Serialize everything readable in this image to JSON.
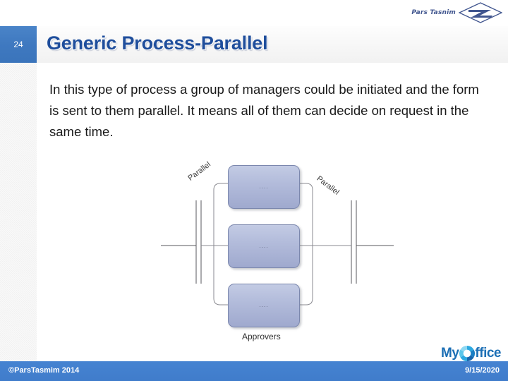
{
  "slide": {
    "number": "24",
    "title": "Generic Process-Parallel",
    "body": "In this type of process a group of managers could be initiated and the form is sent to them parallel. It means all of them can decide on request in the same time.",
    "accent_blue": "#3f79c0",
    "title_blue": "#1f4e9c"
  },
  "brand": {
    "name": "Pars Tasnim",
    "logo_icon": "pars-tasnim-diamond-logo"
  },
  "diagram": {
    "label_left": "Parallel",
    "label_right": "Parallel",
    "caption": "Approvers",
    "boxes": [
      {
        "label": "...."
      },
      {
        "label": "...."
      },
      {
        "label": "...."
      }
    ],
    "box_fill_top": "#c3cbe4",
    "box_fill_bottom": "#9fa9ce",
    "box_border": "#7b87ad",
    "line_color": "#57575c"
  },
  "footer": {
    "copyright": "©ParsTasmim 2014",
    "date": "9/15/2020",
    "product_name_left": "My",
    "product_name_right": "ffice",
    "product_icon": "myoffice-swirl-icon",
    "bar_color": "#3a78c9"
  }
}
